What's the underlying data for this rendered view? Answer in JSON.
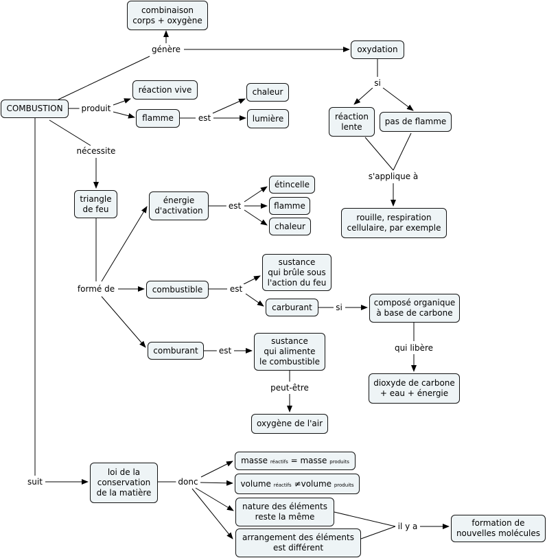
{
  "nodes": {
    "combinaison": {
      "l1": "combinaison",
      "l2": "corps + oxygène"
    },
    "oxydation": "oxydation",
    "combustion": "COMBUSTION",
    "reaction_vive": "réaction vive",
    "flamme1": "flamme",
    "chaleur1": "chaleur",
    "lumiere": "lumière",
    "reaction_lente": {
      "l1": "réaction",
      "l2": "lente"
    },
    "pas_de_flamme": "pas de flamme",
    "rouille": {
      "l1": "rouille, respiration",
      "l2": "cellulaire, par exemple"
    },
    "triangle": {
      "l1": "triangle",
      "l2": "de feu"
    },
    "energie": {
      "l1": "énergie",
      "l2": "d'activation"
    },
    "etincelle": "étincelle",
    "flamme2": "flamme",
    "chaleur2": "chaleur",
    "sustance1": {
      "l1": "sustance",
      "l2": "qui brûle sous",
      "l3": "l'action du feu"
    },
    "combustible": "combustible",
    "carburant": "carburant",
    "compose": {
      "l1": "composé organique",
      "l2": "à base de carbone"
    },
    "comburant": "comburant",
    "sustance2": {
      "l1": "sustance",
      "l2": "qui alimente",
      "l3": "le combustible"
    },
    "dioxyde": {
      "l1": "dioxyde de carbone",
      "l2": "+ eau + énergie"
    },
    "oxygene_air": "oxygène de l'air",
    "loi": {
      "l1": "loi de la",
      "l2": "conservation",
      "l3": "de la matière"
    },
    "masse": {
      "a": "masse ",
      "b": "réactifs",
      "c": " = masse ",
      "d": "produits"
    },
    "volume": {
      "a": "volume ",
      "b": "réactifs",
      "c": " ≠volume ",
      "d": "produits"
    },
    "nature": {
      "l1": "nature des éléments",
      "l2": "reste la même"
    },
    "arrangement": {
      "l1": "arrangement des éléments",
      "l2": "est différent"
    },
    "formation": {
      "l1": "formation de",
      "l2": "nouvelles molécules"
    }
  },
  "labels": {
    "genere": "génère",
    "si1": "si",
    "produit": "produit",
    "est1": "est",
    "necessite": "nécessite",
    "s_applique": "s'applique à",
    "est2": "est",
    "forme_de": "formé de",
    "est3": "est",
    "si2": "si",
    "qui_libere": "qui libère",
    "est4": "est",
    "peut_etre": "peut-être",
    "suit": "suit",
    "donc": "donc",
    "il_y_a": "il y a"
  },
  "colors": {
    "node_fill": "#eef4f6",
    "line": "#000000"
  }
}
